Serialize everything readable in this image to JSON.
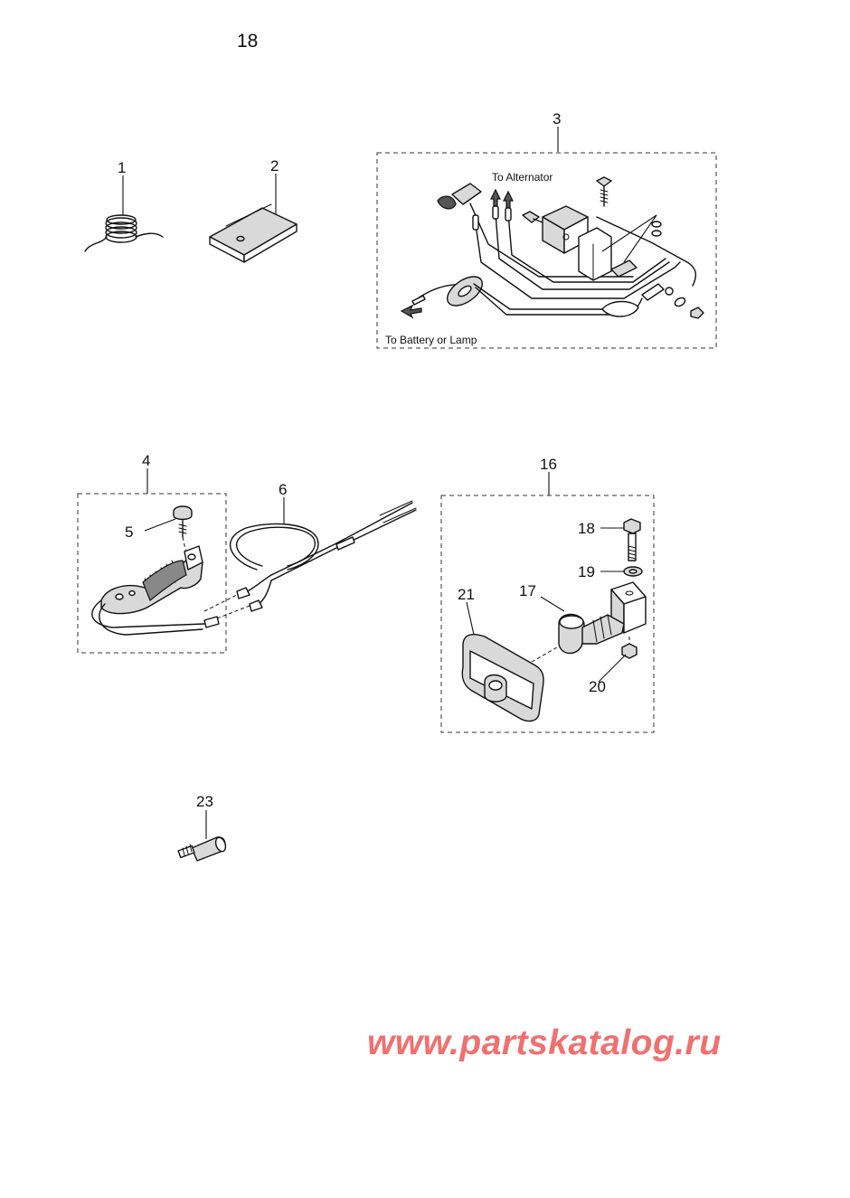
{
  "page": {
    "number": "18"
  },
  "notes": {
    "to_alternator": "To Alternator",
    "to_battery_or_lamp": "To Battery or Lamp"
  },
  "callouts": [
    "1",
    "2",
    "3",
    "4",
    "5",
    "6",
    "16",
    "17",
    "18",
    "19",
    "20",
    "21",
    "23"
  ],
  "watermark": "www.partskatalog.ru",
  "colors": {
    "ink": "#111111",
    "watermark": "#f07070"
  }
}
